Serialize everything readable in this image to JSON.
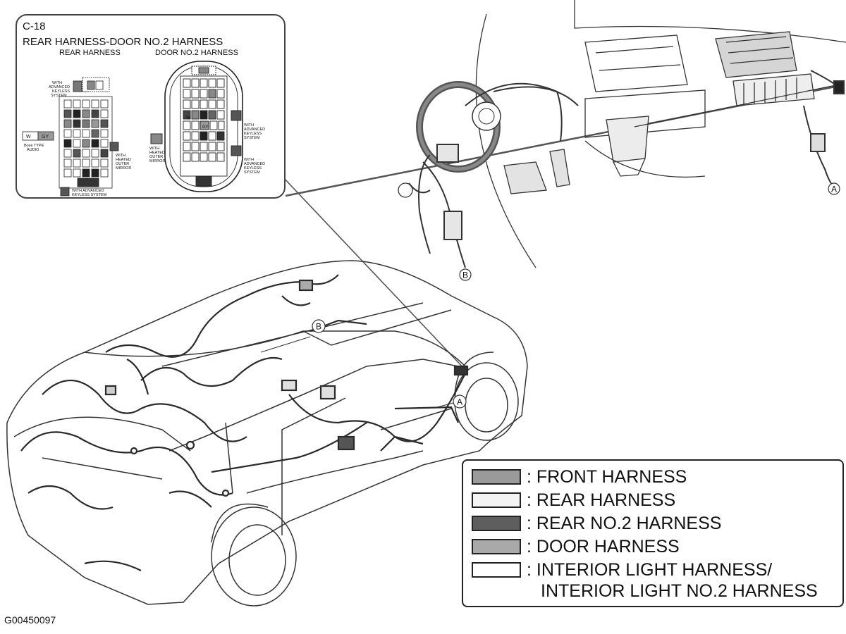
{
  "callout": {
    "code": "C-18",
    "title": "REAR HARNESS-DOOR NO.2 HARNESS",
    "left_label": "REAR HARNESS",
    "right_label": "DOOR NO.2 HARNESS",
    "notes": {
      "adv_keyless_top": [
        "WITH",
        "ADVANCED",
        "KEYLESS",
        "SYSTEM"
      ],
      "bose": [
        "Bose TYPE",
        "AUDIO"
      ],
      "heated_left": [
        "WITH",
        "HEATED",
        "OUTER",
        "MIRROR"
      ],
      "adv_keyless_bottom": [
        "WITH ADVANCED",
        "KEYLESS SYSTEM"
      ],
      "adv_keyless_right1": [
        "WITH",
        "ADVANCED",
        "KEYLESS",
        "SYSTEM"
      ],
      "heated_right": [
        "WITH",
        "HEATED",
        "OUTER",
        "MIRROR"
      ],
      "adv_keyless_right2": [
        "WITH",
        "ADVANCED",
        "KEYLESS",
        "SYSTEM"
      ]
    },
    "pin_w": "W",
    "pin_gy": "GY"
  },
  "markers": {
    "a": "A",
    "b": "B"
  },
  "legend": {
    "items": [
      {
        "label": ": FRONT HARNESS",
        "color": "#9a9a9a"
      },
      {
        "label": ": REAR HARNESS",
        "color": "#f4f4f4"
      },
      {
        "label": ": REAR NO.2 HARNESS",
        "color": "#5e5e5e"
      },
      {
        "label": ": DOOR HARNESS",
        "color": "#a9a9a9"
      },
      {
        "label": ": INTERIOR LIGHT HARNESS/",
        "color": "#ffffff"
      }
    ],
    "continuation": "INTERIOR LIGHT NO.2 HARNESS"
  },
  "figure_id": "G00450097"
}
